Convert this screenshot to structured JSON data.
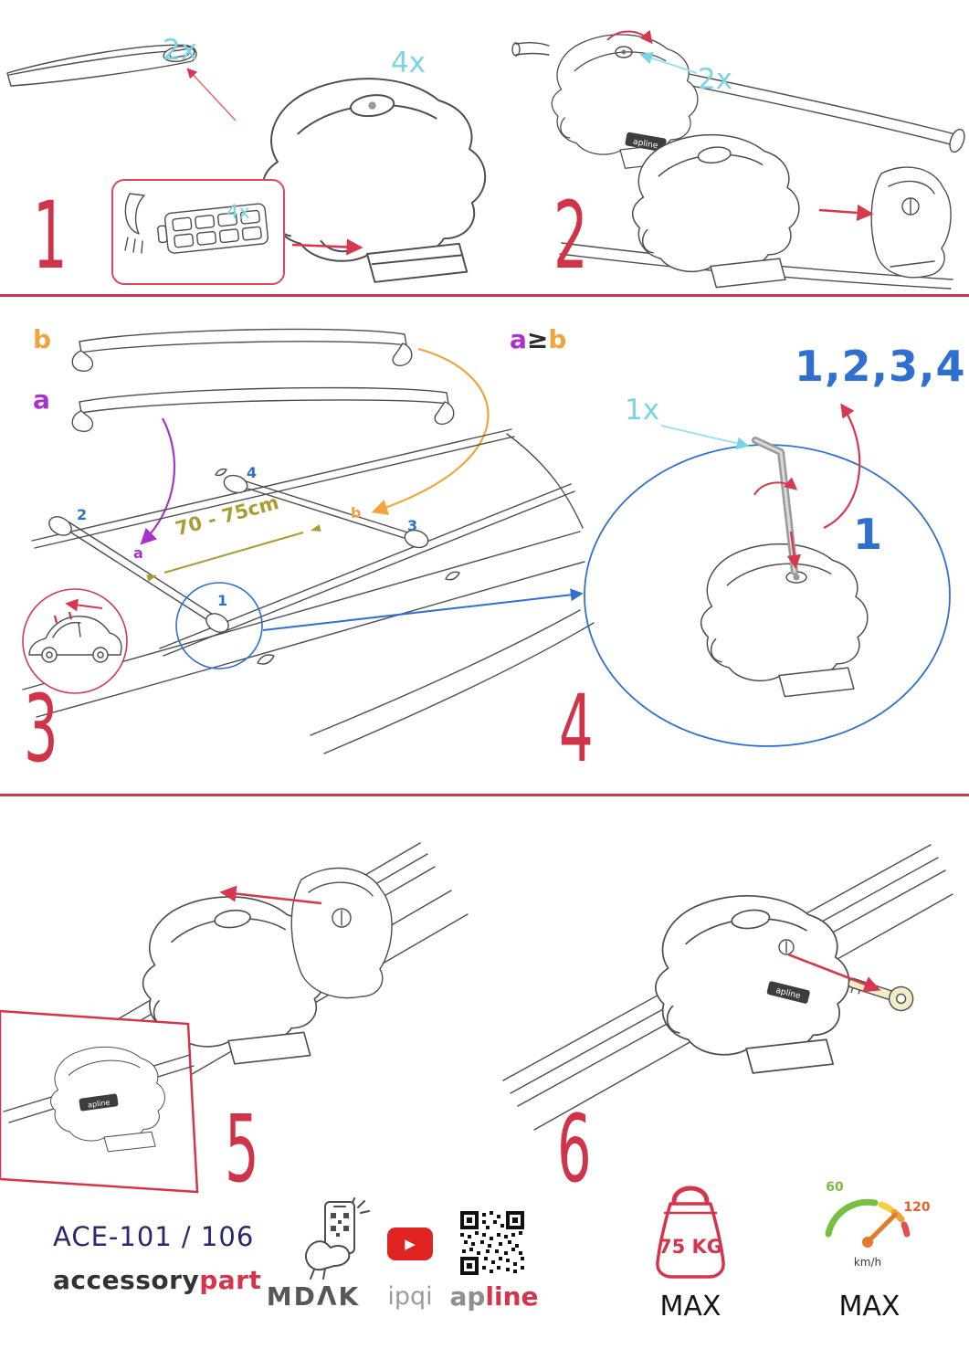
{
  "colors": {
    "red": "#cf3448",
    "cyan": "#7bd4e6",
    "orange": "#f2a33c",
    "purple": "#a832cc",
    "blue": "#2f6fd0",
    "olive": "#aa9c34",
    "navy": "#28286e"
  },
  "steps": {
    "one": {
      "number": "1",
      "bar_qty": "2x",
      "foot_qty": "4x",
      "pad_qty": "4x"
    },
    "two": {
      "number": "2",
      "lock_qty": "2x"
    },
    "three": {
      "number": "3",
      "bar_b": "b",
      "bar_a": "a",
      "rule": {
        "a": "a",
        "op": "≥",
        "b": "b"
      },
      "distance": "70 - 75cm",
      "roof": {
        "pos1": "1",
        "pos2": "2",
        "pos3": "3",
        "pos4": "4",
        "bar_a": "a",
        "bar_b": "b"
      }
    },
    "four": {
      "number": "4",
      "sequence": "1,2,3,4",
      "tool_qty": "1x",
      "first": "1"
    },
    "five": {
      "number": "5"
    },
    "six": {
      "number": "6"
    }
  },
  "branding": {
    "foot_logo": "apline"
  },
  "footer": {
    "model": "ACE-101 / 106",
    "brand": {
      "first": "accessory",
      "second": "part"
    },
    "partners": {
      "mdak": "MDΛK",
      "ipqi": "ipqi",
      "apline_first": "ap",
      "apline_second": "line"
    },
    "load": {
      "value": "75 KG",
      "max": "MAX"
    },
    "speed": {
      "low": "60",
      "high": "120",
      "unit": "km/h",
      "max": "MAX"
    }
  }
}
